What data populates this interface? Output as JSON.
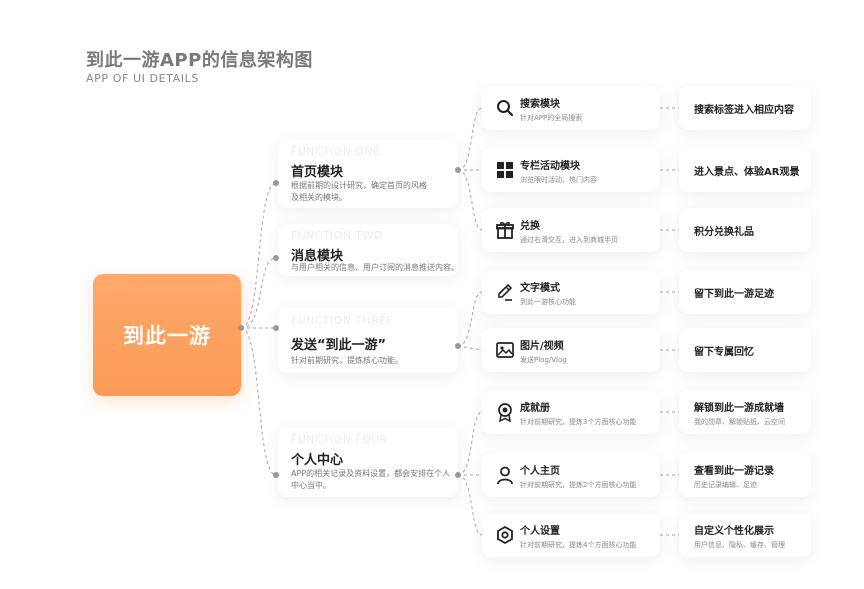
{
  "header": {
    "title": "到此一游APP的信息架构图",
    "subtitle": "APP OF UI DETAILS"
  },
  "root": {
    "label": "到此一游"
  },
  "functions": [
    {
      "en": "FUNCTION ONE",
      "title": "首页模块",
      "desc1": "根据前期的设计研究，确定首页的风格",
      "desc2": "及相关的模块。"
    },
    {
      "en": "FUNCTION TWO",
      "title": "消息模块",
      "desc1": "与用户相关的信息、用户订阅的消息推送内容。",
      "desc2": ""
    },
    {
      "en": "FUNCTION THREE",
      "title": "发送“到此一游”",
      "desc1": "针对前期研究，提炼核心功能。",
      "desc2": ""
    },
    {
      "en": "FUNCTION FOUR",
      "title": "个人中心",
      "desc1": "APP的相关记录及资料设置，都会安排在个人",
      "desc2": "中心当中。"
    }
  ],
  "features": [
    {
      "icon": "search-icon",
      "title": "搜索模块",
      "desc": "针对APP的全局搜索"
    },
    {
      "icon": "grid-icon",
      "title": "专栏活动模块",
      "desc": "浏览限时活动、热门内容"
    },
    {
      "icon": "gift-icon",
      "title": "兑换",
      "desc": "通过右滑交互，进入到商城半页"
    },
    {
      "icon": "pen-icon",
      "title": "文字模式",
      "desc": "到此一游核心功能"
    },
    {
      "icon": "image-icon",
      "title": "图片/视频",
      "desc": "发送Plog/Vlog"
    },
    {
      "icon": "medal-icon",
      "title": "成就册",
      "desc": "针对前期研究，提炼3个方面核心功能"
    },
    {
      "icon": "user-icon",
      "title": "个人主页",
      "desc": "针对前期研究，提炼2个方面核心功能"
    },
    {
      "icon": "settings-icon",
      "title": "个人设置",
      "desc": "针对前期研究，提炼4个方面核心功能"
    }
  ],
  "results": [
    {
      "title": "搜索标签进入相应内容",
      "desc": ""
    },
    {
      "title": "进入景点、体验AR观景",
      "desc": ""
    },
    {
      "title": "积分兑换礼品",
      "desc": ""
    },
    {
      "title": "留下到此一游足迹",
      "desc": ""
    },
    {
      "title": "留下专属回忆",
      "desc": ""
    },
    {
      "title": "解锁到此一游成就墙",
      "desc": "我的勋章、解锁贴纸、云空间"
    },
    {
      "title": "查看到此一游记录",
      "desc": "历史记录编辑、足迹"
    },
    {
      "title": "自定义个性化展示",
      "desc": "用户信息、隐私、缓存、管理"
    }
  ],
  "colors": {
    "accent": "#f99a55",
    "line": "#9a9a9a"
  }
}
